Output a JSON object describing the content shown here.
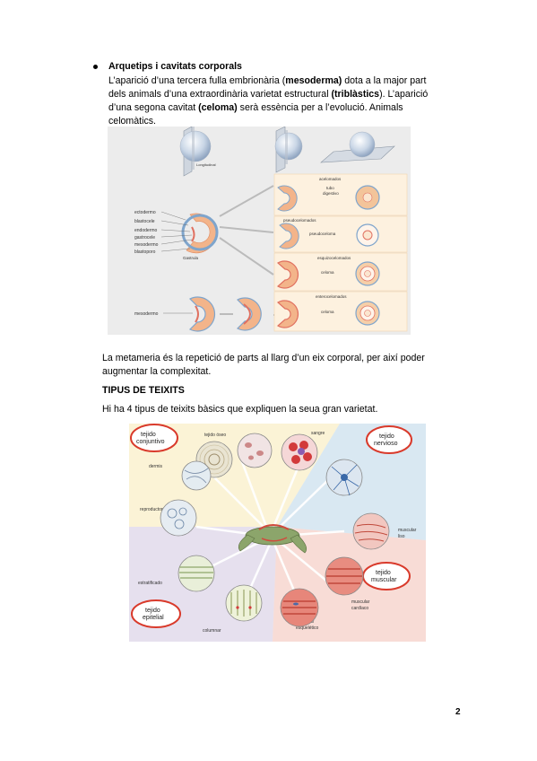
{
  "section1": {
    "heading": "Arquetips i cavitats corporals",
    "para_lines": [
      {
        "a": "L’aparició d’una tercera fulla embrionària (",
        "b": "mesoderma)",
        "c": " dota a la major part"
      },
      {
        "a": "dels animals d’una extraordinària varietat estructural ",
        "b": "(triblàstics",
        "c": "). L’aparició"
      },
      {
        "a": "d’una segona cavitat ",
        "b": "(celoma)",
        "c": " serà essència per a l’evolució. Animals"
      },
      {
        "a": "celomàtics.",
        "b": "",
        "c": ""
      }
    ]
  },
  "figure1": {
    "longitudinal": "Longitudinal",
    "gastrula_labels": [
      "ectodermo",
      "blastocele",
      "endodermo",
      "gastrocele",
      "mesodermo",
      "blastoporo"
    ],
    "gastrula_caption": "Gastrula",
    "acelomados": "acelomados",
    "tubo_digestivo": [
      "tubo",
      "digestivo"
    ],
    "pseudocelomados": "pseudocelomados",
    "pseudoceloma": "pseudoceloma",
    "esquizocelomados": "esquizocelomados",
    "celoma_1": "celoma",
    "enterocelomados": "enterocelomados",
    "celoma_2": "celoma",
    "mesodermo_bottom": "mesodermo"
  },
  "metameria": [
    "La metameria és la repetició de parts al llarg d’un eix corporal, per així poder",
    "augmentar la complexitat."
  ],
  "tissues_heading": "TIPUS DE TEIXITS",
  "tissues_intro": "Hi ha 4 tipus de teixits bàsics que expliquen la seua gran varietat.",
  "figure2": {
    "tejido_conjuntivo": [
      "tejido",
      "conjuntivo"
    ],
    "tejido_oseo": "tejido óseo",
    "sangre": "sangre",
    "tejido_nervioso": [
      "tejido",
      "nervioso"
    ],
    "dermis": "dermis",
    "reproductor": "reproductor",
    "muscular_liso": [
      "muscular",
      "liso"
    ],
    "estratificado": "estratificado",
    "tejido_muscular": [
      "tejido",
      "muscular"
    ],
    "muscular_cardiaco": [
      "muscular",
      "cardíaco"
    ],
    "tejido_epitelial": [
      "tejido",
      "epitelial"
    ],
    "columnar": "columnar",
    "muscular_esqueletico": [
      "muscular",
      "esquelético"
    ],
    "colors": {
      "conjuntivo": "#fbf3d6",
      "nervioso": "#d9e8f2",
      "epitelial": "#e6e0ee",
      "muscular": "#f8dcd6",
      "ring": "#d93a2b"
    }
  },
  "page_number": "2"
}
